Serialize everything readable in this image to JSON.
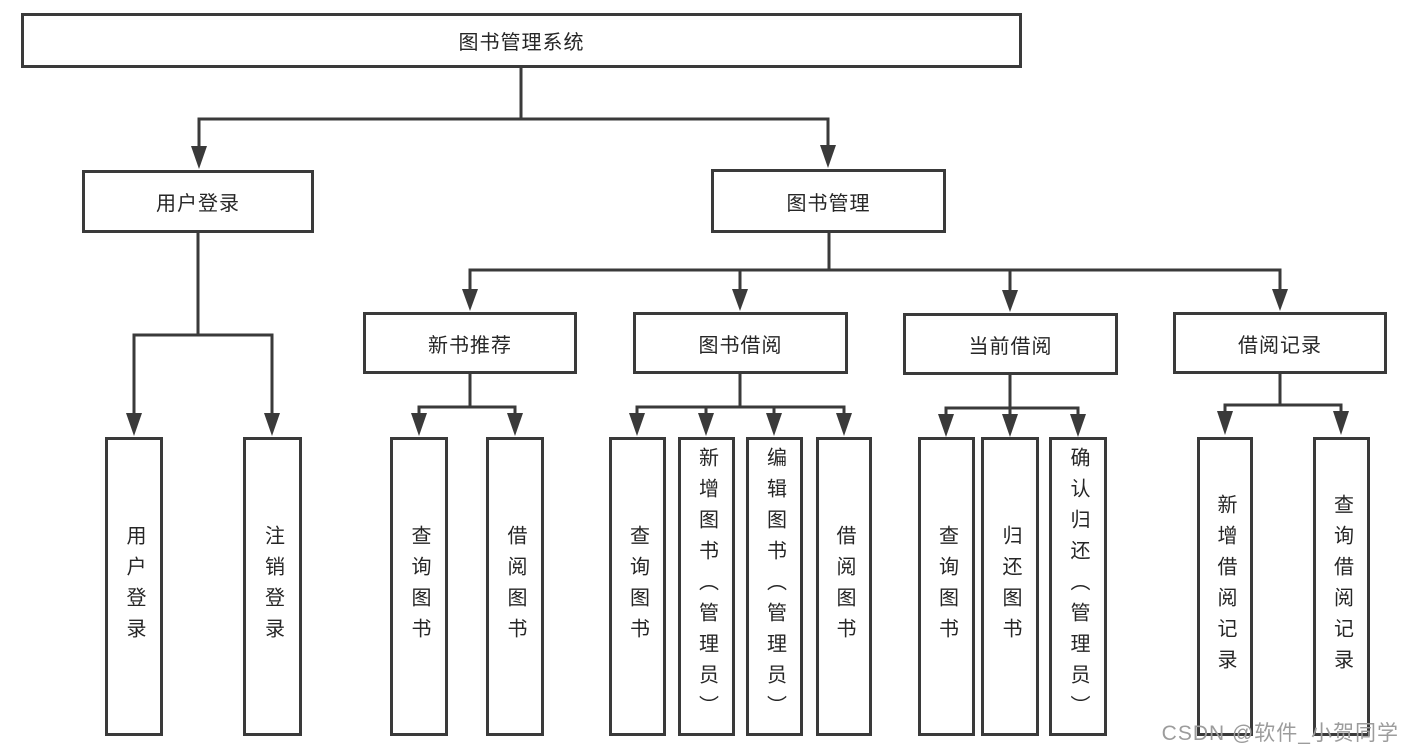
{
  "tree": {
    "label": "图书管理系统",
    "children": [
      {
        "label": "用户登录",
        "children": [
          {
            "label": "用户登录"
          },
          {
            "label": "注销登录"
          }
        ]
      },
      {
        "label": "图书管理",
        "children": [
          {
            "label": "新书推荐",
            "children": [
              {
                "label": "查询图书"
              },
              {
                "label": "借阅图书"
              }
            ]
          },
          {
            "label": "图书借阅",
            "children": [
              {
                "label": "查询图书"
              },
              {
                "label": "新增图书（管理员）"
              },
              {
                "label": "编辑图书（管理员）"
              },
              {
                "label": "借阅图书"
              }
            ]
          },
          {
            "label": "当前借阅",
            "children": [
              {
                "label": "查询图书"
              },
              {
                "label": "归还图书"
              },
              {
                "label": "确认归还（管理员）"
              }
            ]
          },
          {
            "label": "借阅记录",
            "children": [
              {
                "label": "新增借阅记录"
              },
              {
                "label": "查询借阅记录"
              }
            ]
          }
        ]
      }
    ]
  },
  "watermark": {
    "text": "CSDN @软件_小贺同学"
  },
  "colors": {
    "line": "#3a3a3a",
    "node_border": "#3a3a3a",
    "text": "#262626",
    "watermark": "#9c9c9c",
    "background": "#ffffff"
  }
}
